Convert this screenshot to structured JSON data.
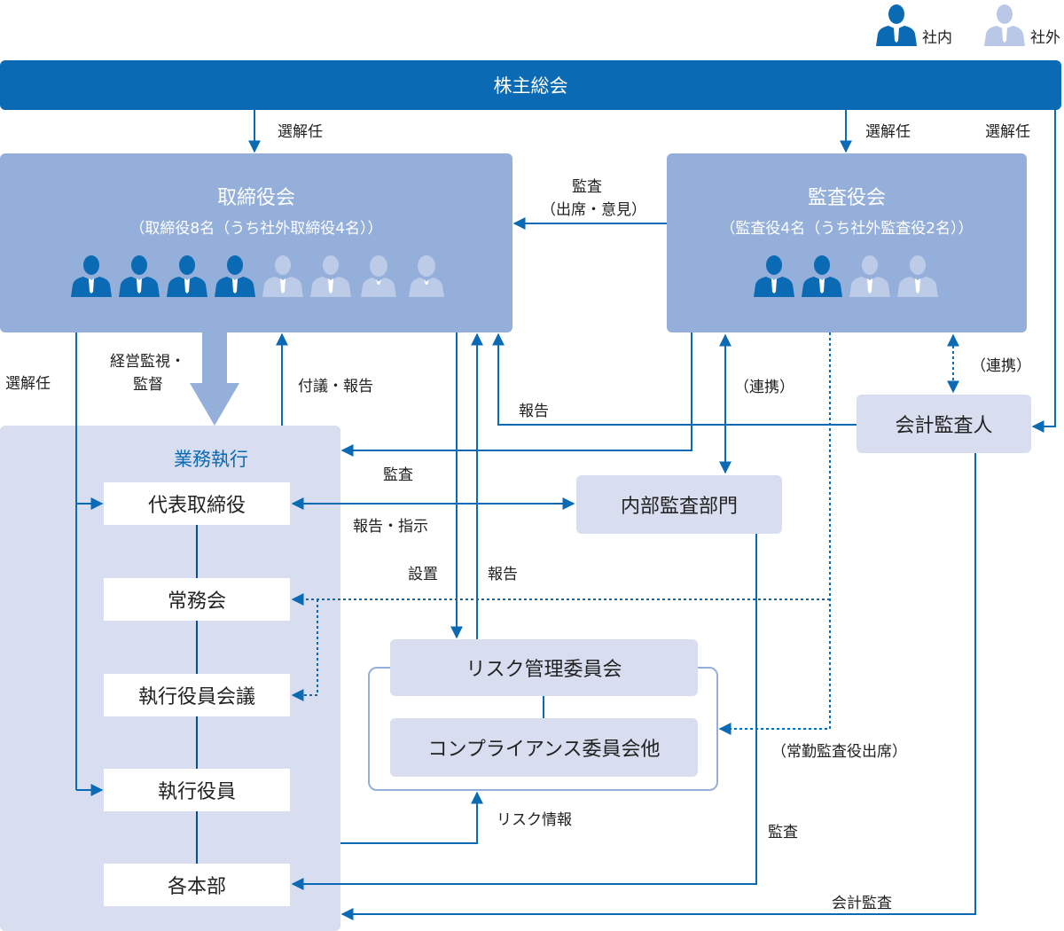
{
  "legend": {
    "internal": "社内",
    "external": "社外"
  },
  "shareholders": "株主総会",
  "board": {
    "title": "取締役会",
    "subtitle": "（取締役8名（うち社外取締役4名））",
    "members": [
      "internal",
      "internal",
      "internal",
      "internal",
      "external",
      "external",
      "external-f",
      "external-f"
    ]
  },
  "audit_board": {
    "title": "監査役会",
    "subtitle": "（監査役4名（うち社外監査役2名））",
    "members": [
      "internal",
      "internal",
      "external",
      "external"
    ]
  },
  "auditor": "会計監査人",
  "internal_audit": "内部監査部門",
  "exec_area": {
    "title": "業務執行",
    "items": [
      "代表取締役",
      "常務会",
      "執行役員会議",
      "執行役員",
      "各本部"
    ]
  },
  "committees": {
    "risk": "リスク管理委員会",
    "compliance": "コンプライアンス委員会他"
  },
  "labels": {
    "elect_board": "選解任",
    "elect_audit": "選解任",
    "elect_auditor": "選解任",
    "elect_exec": "選解任",
    "audit_attend_1": "監査",
    "audit_attend_2": "（出席・意見）",
    "supervise_1": "経営監視・",
    "supervise_2": "監督",
    "propose_report": "付議・報告",
    "report_to_board": "報告",
    "audit_exec": "監査",
    "report_instruct": "報告・指示",
    "establish": "設置",
    "report_risk": "報告",
    "collab_internal": "（連携）",
    "collab_auditor": "（連携）",
    "standing_auditor": "（常勤監査役出席）",
    "risk_info": "リスク情報",
    "audit_dept": "監査",
    "accounting_audit": "会計監査"
  }
}
